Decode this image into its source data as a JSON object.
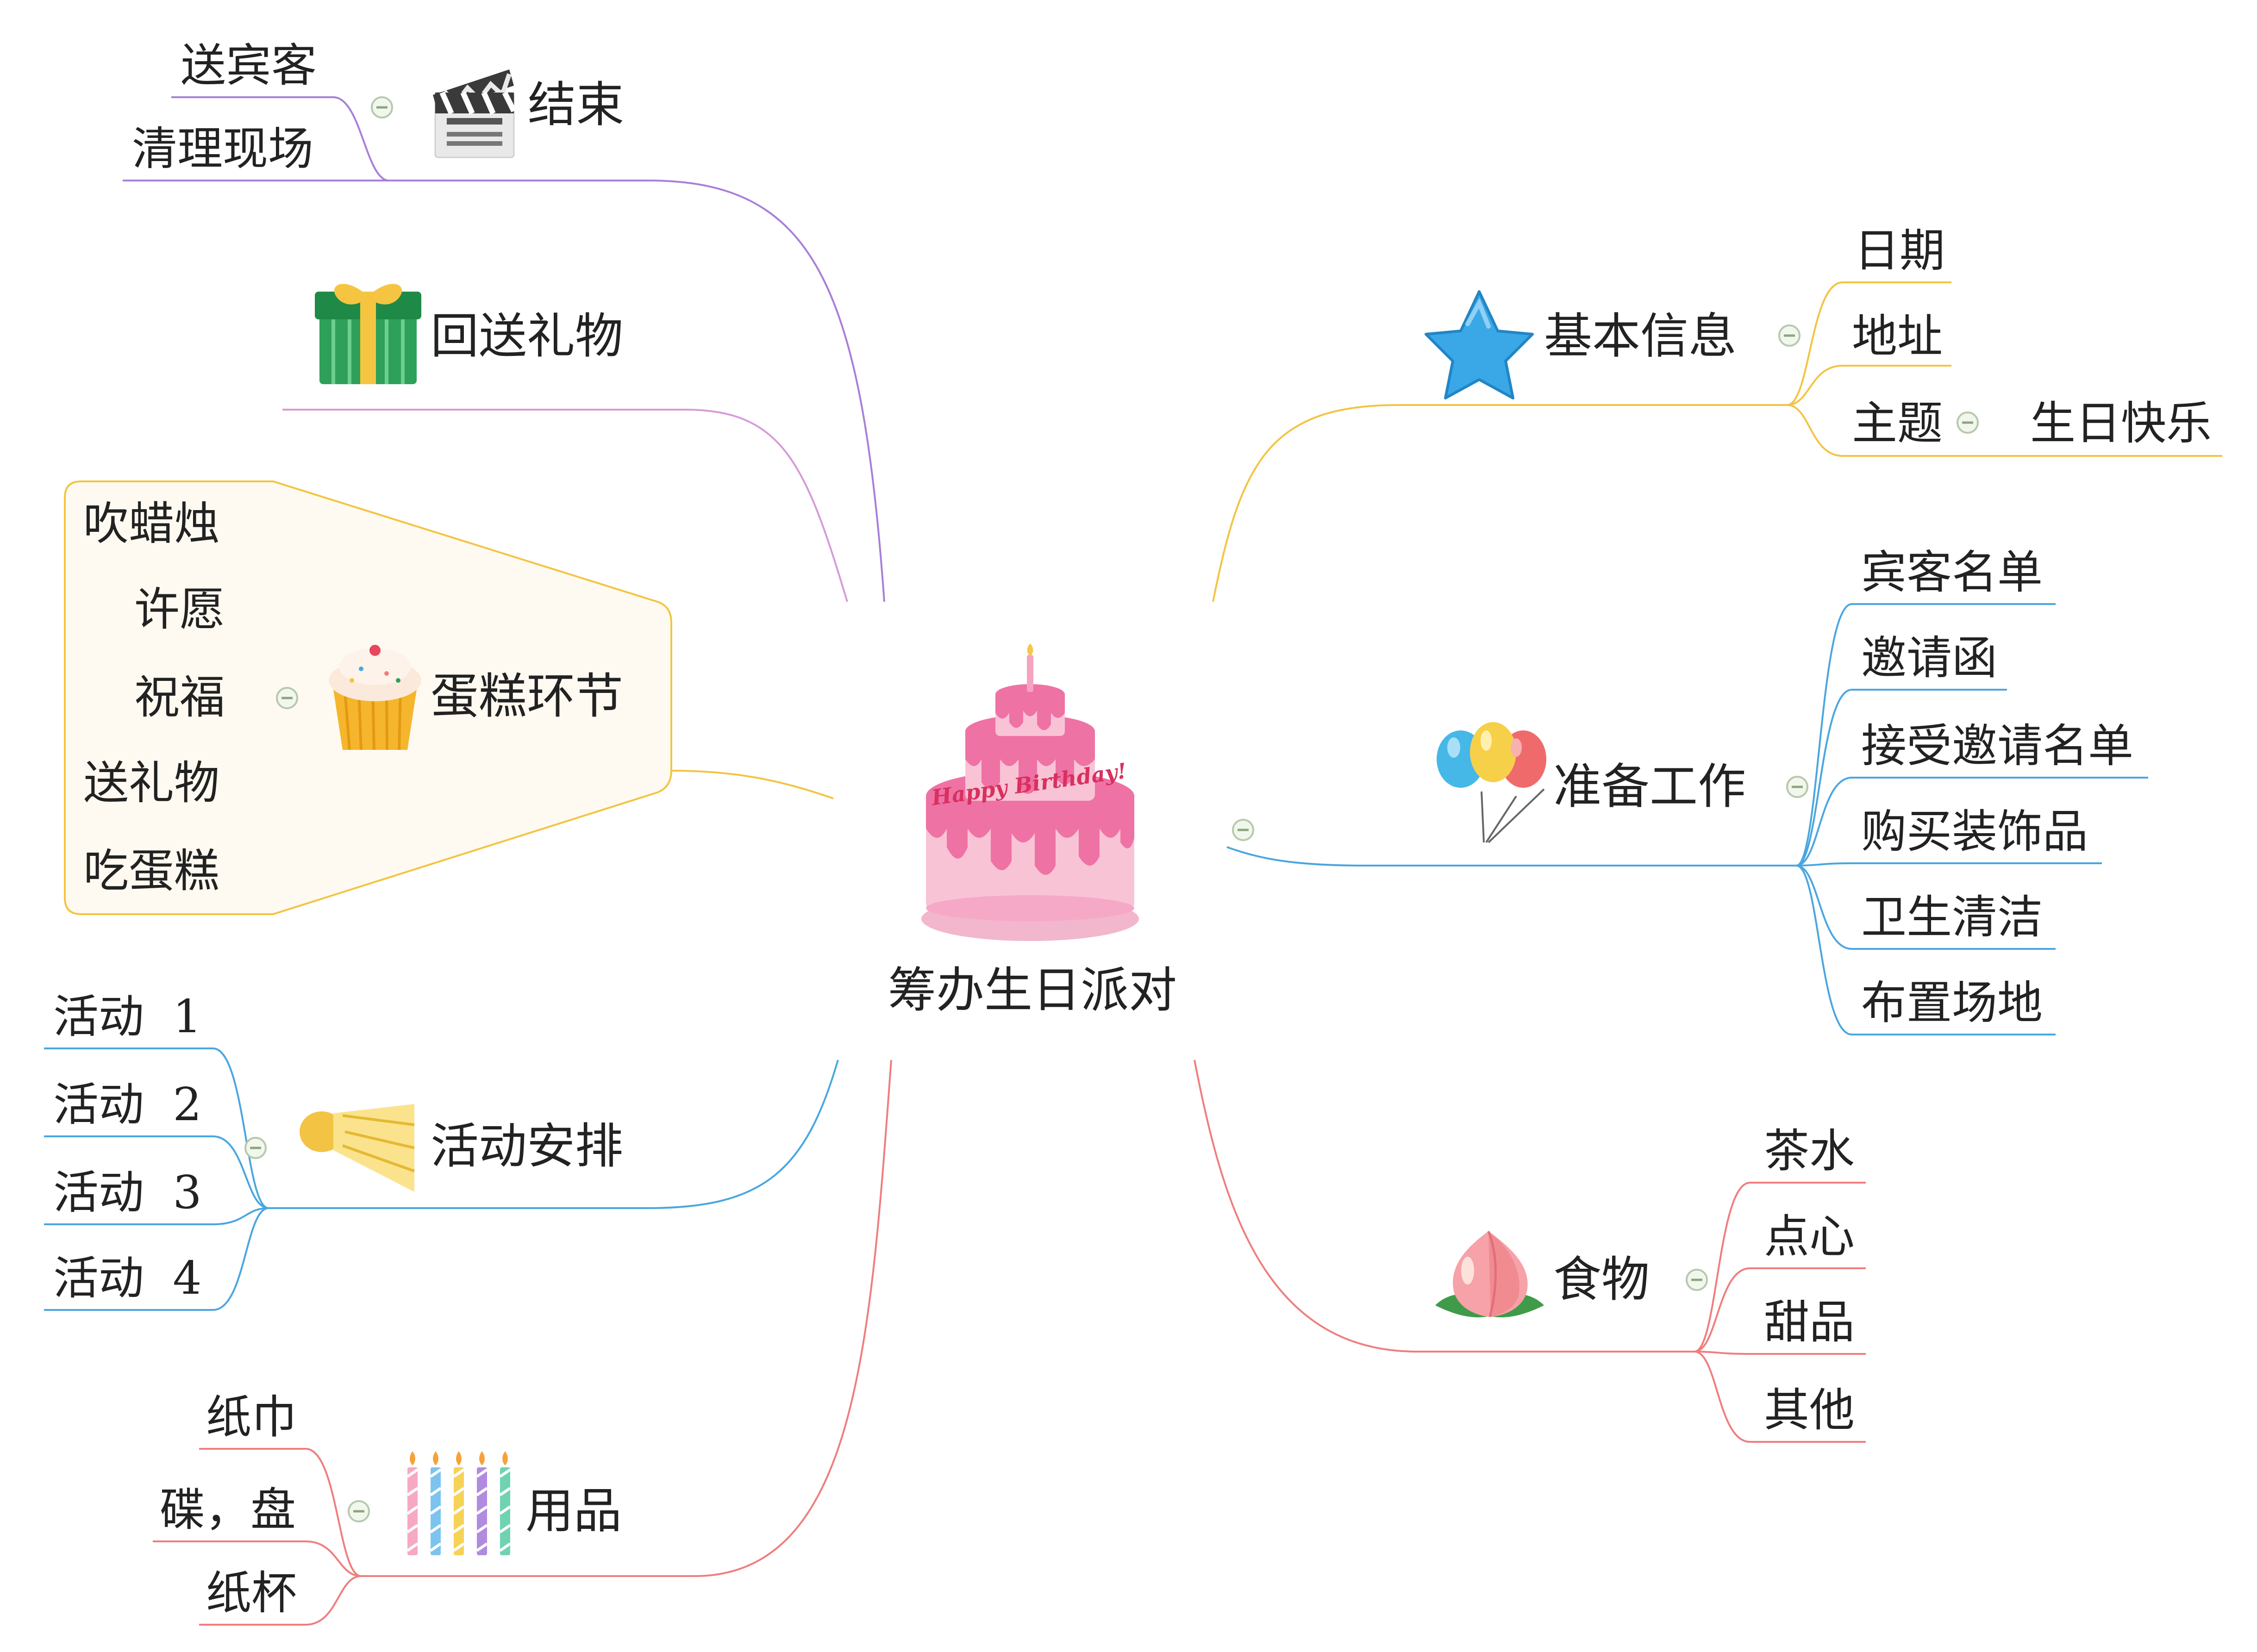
{
  "central_topic": {
    "label": "筹办生日派对",
    "icon": "birthday-cake-icon",
    "cake_text": "Happy Birthday!"
  },
  "colors": {
    "purple": "#a77fd8",
    "pink": "#d79ad8",
    "yellow": "#f3c443",
    "blue": "#4aa6e0",
    "red": "#ef7e7e",
    "cake_box_fill": "#fffaf1"
  },
  "branches": {
    "end": {
      "label": "结束",
      "icon": "clapperboard-icon",
      "leaves": [
        "送宾客",
        "清理现场"
      ]
    },
    "return_gift": {
      "label": "回送礼物",
      "icon": "gift-box-icon"
    },
    "cake_session": {
      "label": "蛋糕环节",
      "icon": "cupcake-icon",
      "leaves": [
        "吹蜡烛",
        "许愿",
        "祝福",
        "送礼物",
        "吃蛋糕"
      ]
    },
    "activities": {
      "label": "活动安排",
      "icon": "shuttlecock-icon",
      "leaves": [
        "活动  1",
        "活动  2",
        "活动  3",
        "活动  4"
      ]
    },
    "supplies": {
      "label": "用品",
      "icon": "candles-icon",
      "leaves": [
        "纸巾",
        "碟，盘",
        "纸杯"
      ]
    },
    "basic_info": {
      "label": "基本信息",
      "icon": "star-icon",
      "leaves": [
        "日期",
        "地址",
        "主题"
      ],
      "theme_value": "生日快乐"
    },
    "preparation": {
      "label": "准备工作",
      "icon": "balloons-icon",
      "leaves": [
        "宾客名单",
        "邀请函",
        "接受邀请名单",
        "购买装饰品",
        "卫生清洁",
        "布置场地"
      ]
    },
    "food": {
      "label": "食物",
      "icon": "peach-icon",
      "leaves": [
        "茶水",
        "点心",
        "甜品",
        "其他"
      ]
    }
  }
}
